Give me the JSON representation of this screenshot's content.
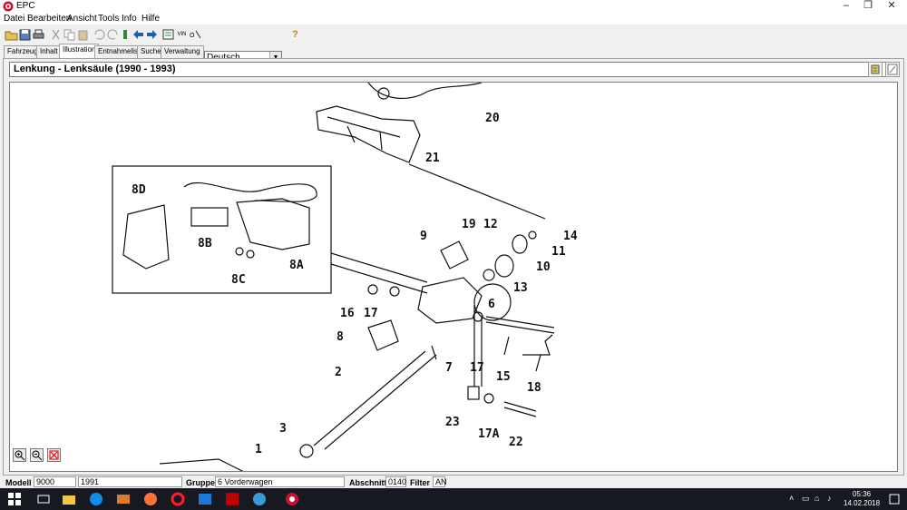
{
  "window": {
    "title": "EPC",
    "controls": {
      "minimize": "–",
      "restore": "❐",
      "close": "✕"
    }
  },
  "menu": [
    "Datei",
    "Bearbeiten",
    "Ansicht",
    "Tools",
    "Info",
    "Hilfe"
  ],
  "toolbar": {
    "language_value": "Deutsch",
    "vin_label": "VIN",
    "help_label": "?"
  },
  "tabs": [
    {
      "label": "Fahrzeug",
      "active": false
    },
    {
      "label": "Inhalt",
      "active": false
    },
    {
      "label": "Illustration",
      "active": true
    },
    {
      "label": "Entnahmeliste",
      "active": false
    },
    {
      "label": "Suche",
      "active": false
    },
    {
      "label": "Verwaltung",
      "active": false
    }
  ],
  "header": {
    "title": "Lenkung - Lenksäule   (1990 - 1993)"
  },
  "illustration": {
    "part_labels": [
      "20",
      "21",
      "8D",
      "8B",
      "8C",
      "8A",
      "9",
      "19",
      "12",
      "14",
      "11",
      "10",
      "13",
      "6",
      "16",
      "17",
      "8",
      "7",
      "17",
      "15",
      "18",
      "2",
      "23",
      "17A",
      "22",
      "3",
      "1"
    ]
  },
  "zoom": {
    "zoom_in": "zoom-in",
    "zoom_out": "zoom-out",
    "fit": "fit"
  },
  "status": {
    "modell_label": "Modell",
    "modell_value": "9000",
    "year_value": "1991",
    "gruppe_label": "Gruppe",
    "gruppe_value": "6 Vorderwagen",
    "abschnitt_label": "Abschnitt",
    "abschnitt_value": "0140",
    "filter_label": "Filter",
    "filter_value": "AN"
  },
  "taskbar": {
    "time": "05:36",
    "date": "14.02.2018"
  },
  "colors": {
    "accent": "#1e5fb4",
    "taskbar": "#16191f",
    "window_bg": "#f0f0f0"
  }
}
